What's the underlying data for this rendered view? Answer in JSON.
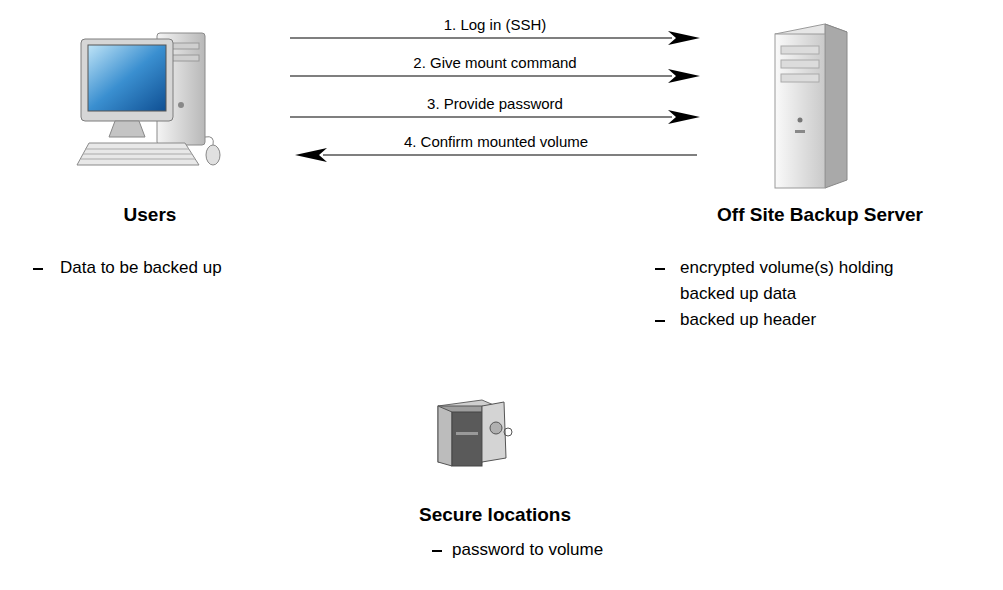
{
  "diagram": {
    "nodes": [
      {
        "text": [
          "Users",
          "Data to be backed up"
        ]
      },
      {
        "text": [
          "Off Site Backup Server",
          "encrypted volume(s) holding backed up data",
          "backed up header"
        ]
      },
      {
        "text": [
          "Secure locations",
          "password to volume"
        ]
      }
    ],
    "edges": [
      {
        "from": 0,
        "to": 1,
        "arrow": "to",
        "label": "1. Log in (SSH)"
      },
      {
        "from": 0,
        "to": 1,
        "arrow": "to",
        "label": "2. Give mount command"
      },
      {
        "from": 0,
        "to": 1,
        "arrow": "to",
        "label": "3. Provide password"
      },
      {
        "from": 1,
        "to": 0,
        "arrow": "to",
        "label": "4. Confirm mounted volume"
      }
    ]
  }
}
